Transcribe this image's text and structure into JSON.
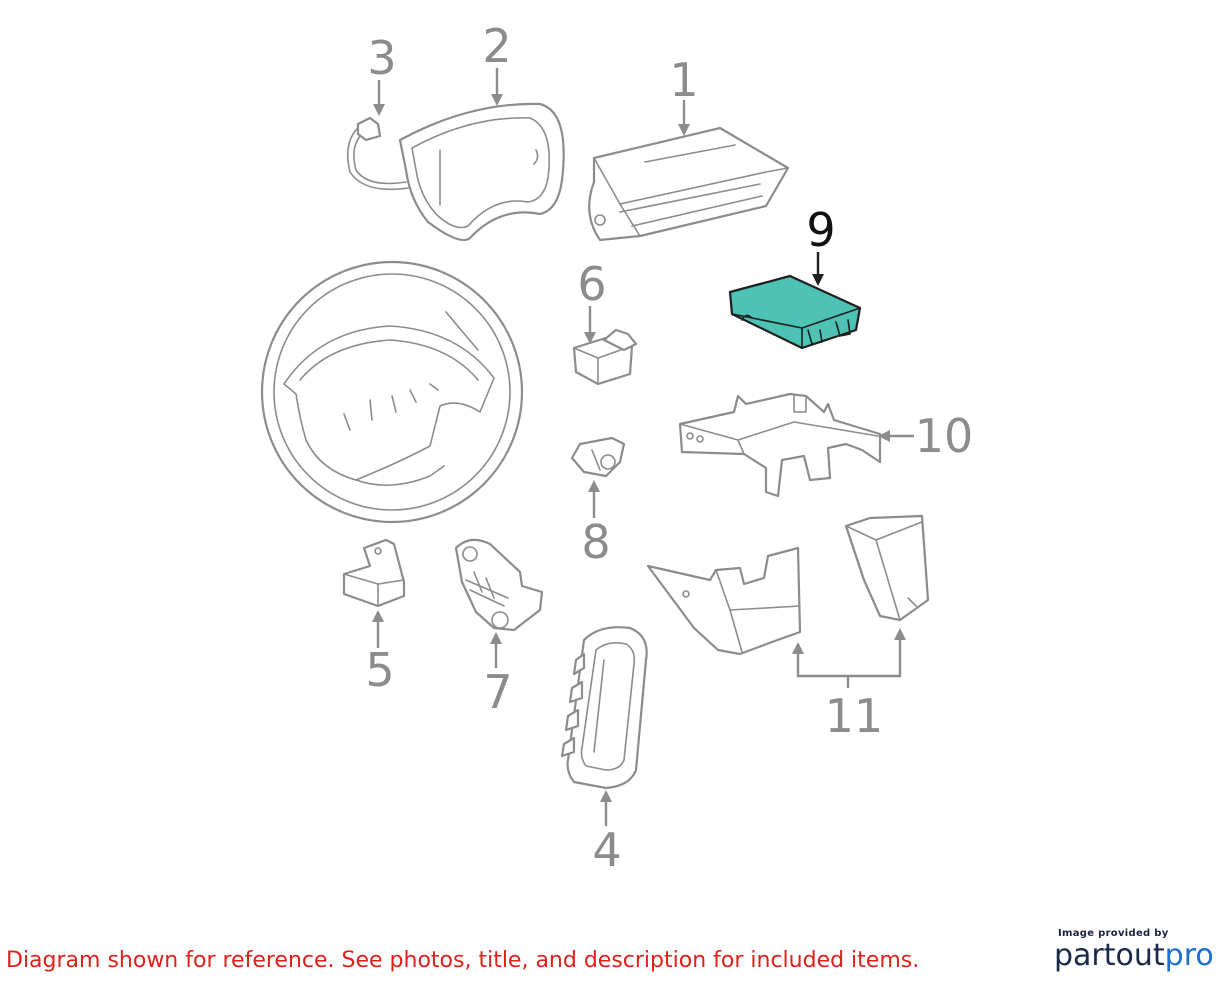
{
  "diagram": {
    "highlighted_part": "9",
    "callouts": {
      "c1": "1",
      "c2": "2",
      "c3": "3",
      "c4": "4",
      "c5": "5",
      "c6": "6",
      "c7": "7",
      "c8": "8",
      "c9": "9",
      "c10": "10",
      "c11": "11"
    },
    "colors": {
      "highlight_fill": "#4ec2b4",
      "line_gray": "#8c8c8c",
      "disclaimer_red": "#e0201b"
    }
  },
  "footer": {
    "disclaimer": "Diagram shown for reference. See photos, title, and description for included items.",
    "brand_caption": "Image provided by",
    "brand_name_part1": "partout",
    "brand_name_part2": "pro"
  }
}
